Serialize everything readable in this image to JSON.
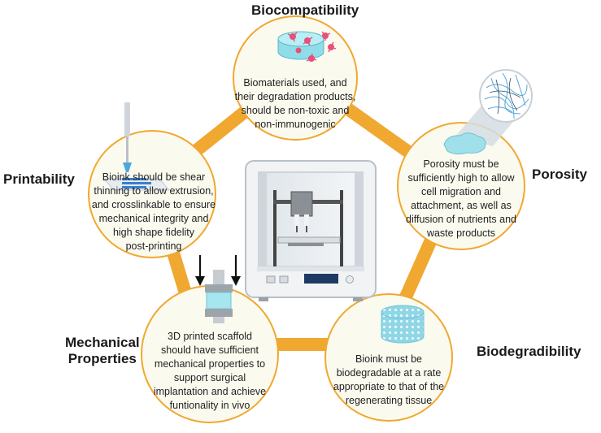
{
  "colors": {
    "pentagon": "#F0A830",
    "circle_fill": "#FBFAEF",
    "circle_stroke": "#F0A830",
    "text": "#222222"
  },
  "sections": {
    "biocompatibility": {
      "title": "Biocompatibility",
      "lines": [
        "Biomaterials used, and",
        "their degradation products,",
        "should be non-toxic and",
        "non-immunogenic"
      ]
    },
    "porosity": {
      "title": "Porosity",
      "lines": [
        "Porosity must be",
        "sufficiently high to allow",
        "cell migration and",
        "attachment, as well as",
        "diffusion of nutrients and",
        "waste products"
      ]
    },
    "biodegradibility": {
      "title": "Biodegradibility",
      "lines": [
        "Bioink must be",
        "biodegradable at a rate",
        "appropriate to that of the",
        "regenerating tissue"
      ]
    },
    "mechanical": {
      "title_line1": "Mechanical",
      "title_line2": "Properties",
      "lines": [
        "3D printed scaffold",
        "should have sufficient",
        "mechanical properties to",
        "support surgical",
        "implantation and achieve",
        "funtionality in vivo"
      ]
    },
    "printability": {
      "title": "Printability",
      "lines": [
        "Bioink should be shear",
        "thinning to allow extrusion,",
        "and crosslinkable  to ensure",
        "mechanical integrity and",
        "high shape fidelity",
        "post-printing"
      ]
    }
  },
  "icons": [
    "cells-on-scaffold-icon",
    "porous-scaffold-icon",
    "degradable-scaffold-icon",
    "compression-test-icon",
    "extrusion-nozzle-icon",
    "3d-bioprinter-icon"
  ]
}
